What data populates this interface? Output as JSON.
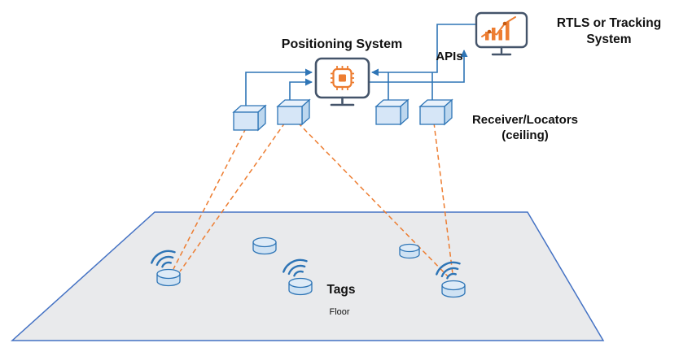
{
  "diagram": {
    "labels": {
      "positioning_system": "Positioning System",
      "apis": "APIs",
      "rtls_line1": "RTLS or Tracking",
      "rtls_line2": "System",
      "receivers_line1": "Receiver/Locators",
      "receivers_line2": "(ceiling)",
      "tags": "Tags",
      "floor": "Floor"
    },
    "colors": {
      "connector_blue": "#2e75b6",
      "accent_orange": "#ed7d31",
      "monitor_frame": "#44546a",
      "box_fill": "#d6e6f7",
      "box_fill_light": "#e8f1fb",
      "box_fill_dark": "#bdd7ee",
      "tag_fill": "#cfe2f3",
      "tag_top_fill": "#deebf7",
      "floor_fill": "#e9eaec",
      "floor_stroke": "#4472c4",
      "text_color": "#111111"
    },
    "icons": {
      "positioning_system": "cpu-chip-icon",
      "rtls_system": "chart-icon",
      "tag_signal": "wifi-signal-icon"
    }
  }
}
